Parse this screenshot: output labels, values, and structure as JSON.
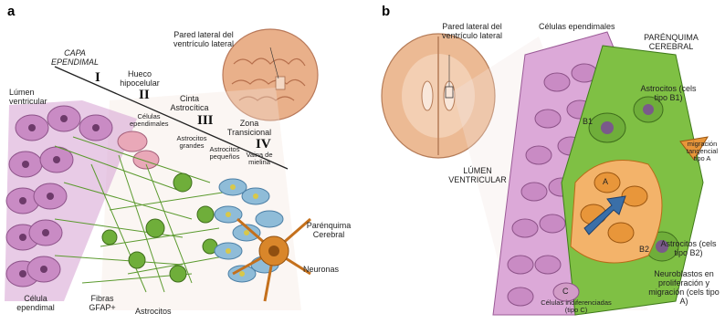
{
  "panel_a": {
    "letter": "a",
    "labels": {
      "pared_lateral": "Pared lateral del ventrículo lateral",
      "capa_ependimal": "CAPA EPENDIMAL",
      "lumen": "Lúmen ventricular",
      "hueco": "Hueco hipocelular",
      "celulas_ependimales": "Células ependimales",
      "cinta": "Cinta Astrocítica",
      "astrocitos_grandes": "Astrocitos grandes",
      "astrocitos_pequenos": "Astrocitos pequeños",
      "zona": "Zona Transicional",
      "vaina": "Vaina de mielina",
      "parenquima": "Parénquima Cerebral",
      "neuronas": "Neuronas",
      "celula_ependimal": "Célula ependimal",
      "fibras": "Fibras GFAP+",
      "astrocitos": "Astrocitos"
    },
    "layers": [
      "I",
      "II",
      "III",
      "IV"
    ]
  },
  "panel_b": {
    "letter": "b",
    "labels": {
      "pared_lateral": "Pared lateral del ventrículo lateral",
      "celulas_ependimales": "Células ependimales",
      "parenquima": "PARÉNQUIMA CEREBRAL",
      "astrocitos_b1": "Astrocitos (cels tipo B1)",
      "migracion": "migración tangencial tipo A",
      "lumen": "LÚMEN VENTRICULAR",
      "astrocitos_b2": "Astrocitos (cels tipo B2)",
      "neuroblastos": "Neuroblastos en proliferación y migración (cels tipo A)",
      "celulas_indiferenciadas": "Células indiferenciadas (tipo C)"
    },
    "cell_tags": {
      "b1": "B1",
      "b2": "B2",
      "a": "A",
      "c": "C"
    }
  },
  "colors": {
    "ependymal": "#c98bc4",
    "astrocyte": "#6fae3a",
    "neuron": "#d9862a",
    "myelin": "#8fbcd8",
    "brain": "#e8b48c",
    "orange_cells": "#e8963a"
  }
}
